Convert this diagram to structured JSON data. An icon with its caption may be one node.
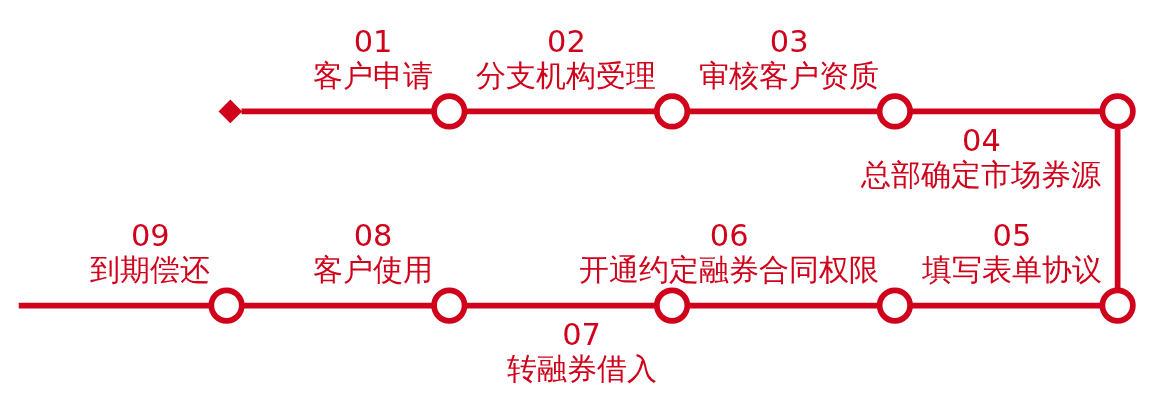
{
  "diagram": {
    "nodes": [
      {
        "text": [],
        "shape": "diamond"
      },
      {
        "text": [
          "01",
          "客户申请"
        ]
      },
      {
        "text": [
          "02",
          "分支机构受理"
        ]
      },
      {
        "text": [
          "03",
          "审核客户资质"
        ]
      },
      {
        "text": [
          "04",
          "总部确定市场券源"
        ]
      },
      {
        "text": [
          "05",
          "填写表单协议"
        ]
      },
      {
        "text": [
          "06",
          "开通约定融券合同权限"
        ]
      },
      {
        "text": [
          "07",
          "转融券借入"
        ]
      },
      {
        "text": [
          "08",
          "客户使用"
        ]
      },
      {
        "text": [
          "09",
          "到期偿还"
        ]
      }
    ],
    "edges": [
      {
        "from": 0,
        "to": 1,
        "arrow": "none"
      },
      {
        "from": 1,
        "to": 2,
        "arrow": "none"
      },
      {
        "from": 2,
        "to": 3,
        "arrow": "none"
      },
      {
        "from": 3,
        "to": 4,
        "arrow": "none"
      },
      {
        "from": 4,
        "to": 5,
        "arrow": "none"
      },
      {
        "from": 5,
        "to": 6,
        "arrow": "none"
      },
      {
        "from": 6,
        "to": 7,
        "arrow": "none"
      },
      {
        "from": 7,
        "to": 8,
        "arrow": "none"
      },
      {
        "from": 8,
        "to": 9,
        "arrow": "none"
      },
      {
        "from": 9,
        "to": null,
        "arrow": "none"
      }
    ]
  }
}
